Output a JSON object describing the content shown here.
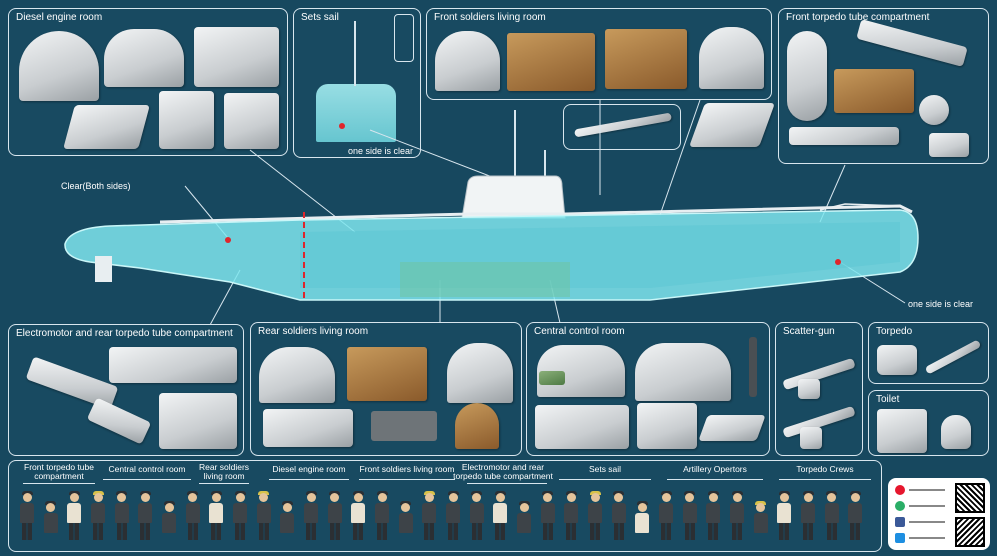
{
  "panels": {
    "diesel_engine_room": "Diesel engine room",
    "sets_sail": "Sets sail",
    "front_soldiers_living_room": "Front soldiers living room",
    "front_torpedo_tube_compartment": "Front torpedo tube compartment",
    "electromotor_rear_torpedo": "Electromotor and rear torpedo tube compartment",
    "rear_soldiers_living_room": "Rear soldiers living room",
    "central_control_room": "Central control room",
    "scatter_gun": "Scatter-gun",
    "torpedo": "Torpedo",
    "toilet": "Toilet"
  },
  "callouts": {
    "sets_sail_clear": "one side is clear",
    "clear_both_sides": "Clear(Both sides)",
    "hull_one_side_clear": "one side is clear"
  },
  "crew_groups": [
    {
      "label": "Front torpedo tube compartment"
    },
    {
      "label": "Central control room"
    },
    {
      "label": "Rear soldiers living room"
    },
    {
      "label": "Diesel engine room"
    },
    {
      "label": "Front soldiers living room"
    },
    {
      "label": "Electromotor and rear torpedo tube compartment"
    },
    {
      "label": "Sets sail"
    },
    {
      "label": "Artillery Opertors"
    },
    {
      "label": "Torpedo Crews"
    }
  ],
  "colors": {
    "background": "#17485f",
    "panel_border": "#d8e6ee",
    "hull_glass": "#7fe6ef",
    "marker": "#e0252b"
  }
}
